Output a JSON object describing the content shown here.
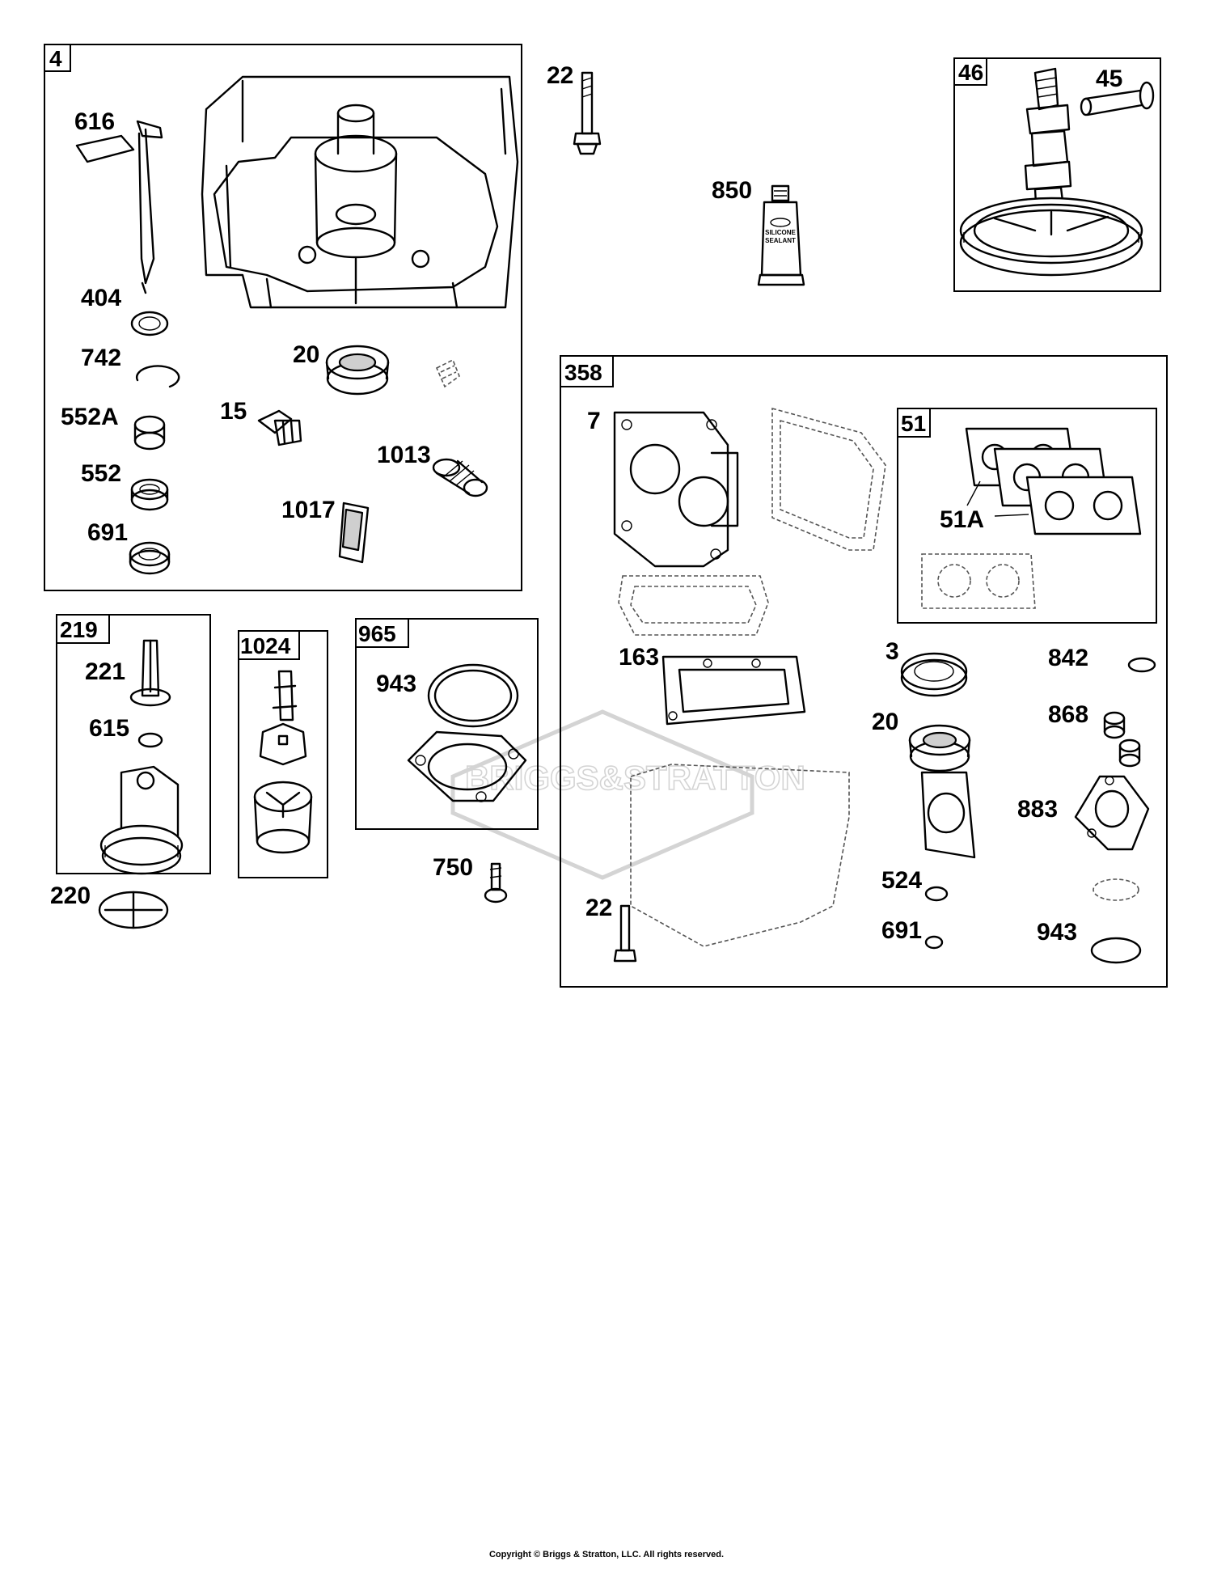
{
  "callouts": {
    "box_4": "4",
    "p616": "616",
    "p404": "404",
    "p742": "742",
    "p552a": "552A",
    "p552": "552",
    "p691a": "691",
    "p20a": "20",
    "p15": "15",
    "p1013": "1013",
    "p1017": "1017",
    "p22a": "22",
    "p850": "850",
    "box_46": "46",
    "p45": "45",
    "box_358": "358",
    "p7": "7",
    "box_51": "51",
    "p51a": "51A",
    "p163": "163",
    "p3": "3",
    "p842": "842",
    "p20b": "20",
    "p868": "868",
    "p883": "883",
    "p524": "524",
    "p691b": "691",
    "p943b": "943",
    "p22b": "22",
    "box_219": "219",
    "p221": "221",
    "p615": "615",
    "p220": "220",
    "box_1024": "1024",
    "box_965": "965",
    "p943a": "943",
    "p750": "750"
  },
  "tube_label": [
    "SILICONE",
    "SEALANT"
  ],
  "watermark": "BRIGGS&STRATTON",
  "copyright": "Copyright © Briggs & Stratton, LLC. All rights reserved."
}
